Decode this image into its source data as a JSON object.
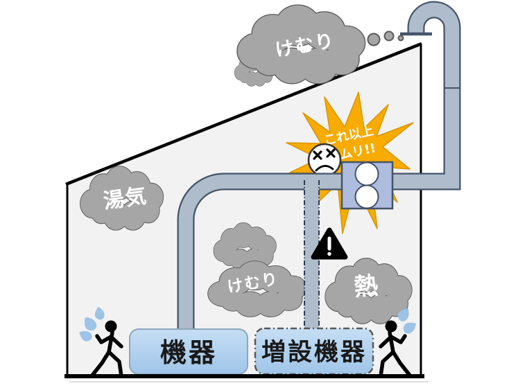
{
  "labels": {
    "smoke_top": "けむり",
    "steam": "湯気",
    "smoke_middle": "けむり",
    "heat": "熱",
    "burst_line1": "これ以上",
    "burst_line2": "ムリ!!",
    "equipment": "機器",
    "added_equipment": "増設機器"
  },
  "colors": {
    "building_fill": "#f2f2f2",
    "outline_black": "#000000",
    "cloud_fill": "#a6a6a6",
    "cloud_outline": "#595959",
    "cloud_text": "#ffffff",
    "duct_fill": "#afbccb",
    "duct_outline": "#44546a",
    "burst_fill": "#f8ab00",
    "fan_fill": "#aebcde",
    "equipment_box_fill": "#aed0ee",
    "sweat_drop": "#9dc3e6",
    "warning_triangle": "#000000"
  }
}
